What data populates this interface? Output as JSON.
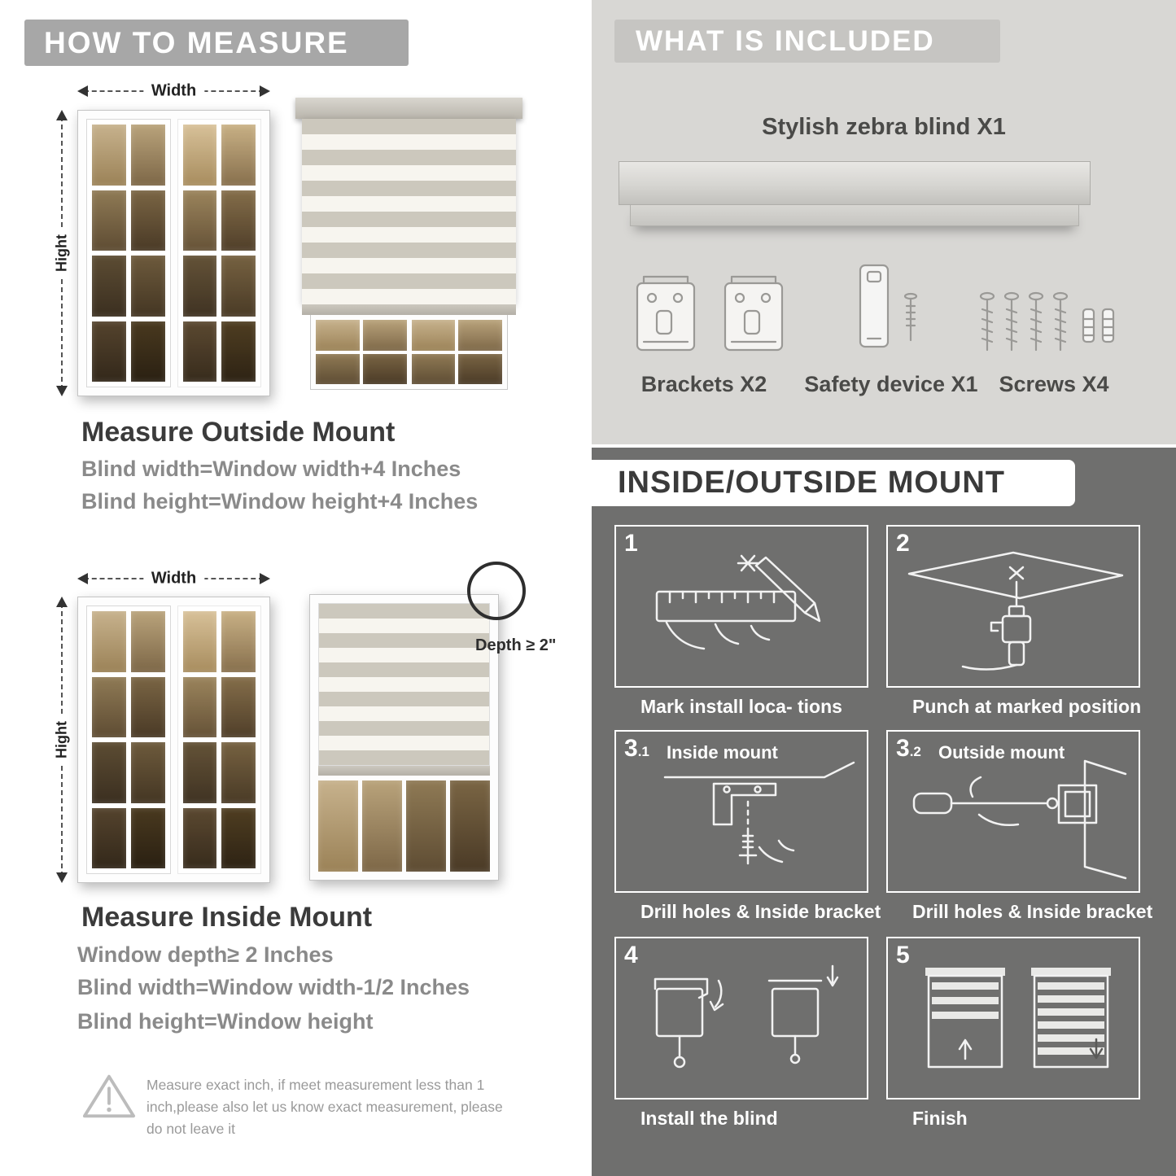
{
  "colors": {
    "banner_gray": "#a7a7a7",
    "included_panel_bg": "#d8d7d4",
    "included_banner_bg": "#c6c5c2",
    "mount_panel_bg": "#6f6f6e",
    "heading_text": "#3b3b3b",
    "formula_text": "#8a8a8a"
  },
  "measure": {
    "header": "HOW TO MEASURE",
    "outside": {
      "width_label": "Width",
      "height_label": "Hight",
      "title": "Measure Outside Mount",
      "formula_width": "Blind width=Window width+4 Inches",
      "formula_height": "Blind height=Window height+4 Inches"
    },
    "inside": {
      "width_label": "Width",
      "height_label": "Hight",
      "depth_callout": "Depth ≥ 2\"",
      "title": "Measure Inside Mount",
      "depth_rule": "Window depth≥ 2 Inches",
      "formula_width": "Blind width=Window width-1/2 Inches",
      "formula_height": "Blind height=Window height"
    },
    "note": "Measure exact inch, if meet measurement less than 1 inch,please also let us know exact measurement, please do not leave it"
  },
  "included": {
    "header": "WHAT IS INCLUDED",
    "blind_label": "Stylish zebra blind X1",
    "items": [
      {
        "label": "Brackets X2",
        "icon": "brackets-icon"
      },
      {
        "label": "Safety device X1",
        "icon": "safety-device-icon"
      },
      {
        "label": "Screws X4",
        "icon": "screws-icon"
      }
    ]
  },
  "mount": {
    "header": "INSIDE/OUTSIDE MOUNT",
    "steps": [
      {
        "num": "1",
        "sub": "",
        "inline_label": "",
        "caption": "Mark install loca- tions"
      },
      {
        "num": "2",
        "sub": "",
        "inline_label": "",
        "caption": "Punch at  marked position"
      },
      {
        "num": "3",
        "sub": ".1",
        "inline_label": "Inside mount",
        "caption": "Drill holes &  Inside bracket"
      },
      {
        "num": "3",
        "sub": ".2",
        "inline_label": "Outside mount",
        "caption": "Drill holes &  Inside bracket"
      },
      {
        "num": "4",
        "sub": "",
        "inline_label": "",
        "caption": "Install the blind"
      },
      {
        "num": "5",
        "sub": "",
        "inline_label": "",
        "caption": "Finish"
      }
    ]
  }
}
